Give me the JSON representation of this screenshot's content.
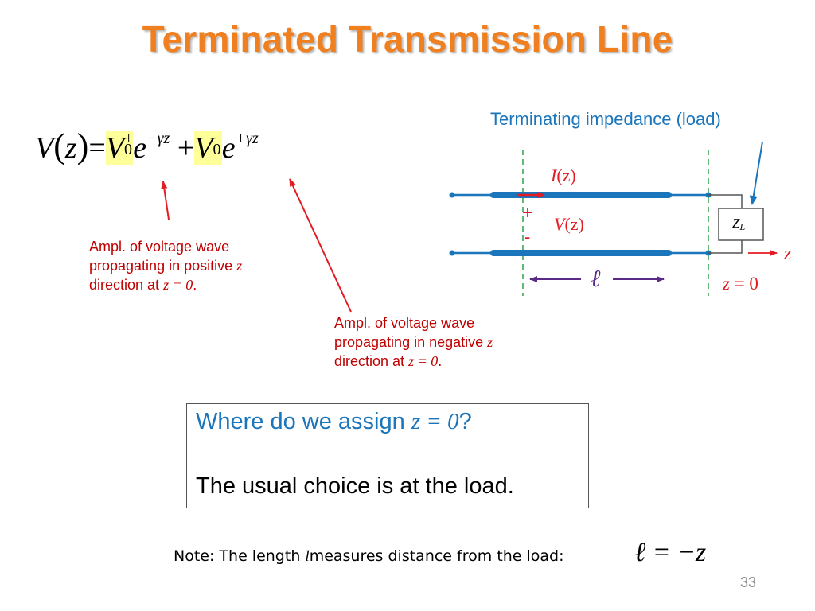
{
  "slide": {
    "title": "Terminated Transmission Line",
    "page_number": "33"
  },
  "equation": {
    "lhs_V": "V",
    "lhs_paren_open": "(",
    "lhs_z": "z",
    "lhs_paren_close": ")",
    "equals": "=",
    "term1_V": "V",
    "term1_sup": "+",
    "term1_sub": "0",
    "term1_e": "e",
    "term1_exp": "−γz",
    "plus": "+",
    "term2_V": "V",
    "term2_sup": "−",
    "term2_sub": "0",
    "term2_e": "e",
    "term2_exp": "+γz"
  },
  "annotation_positive": {
    "line1": "Ampl. of voltage wave",
    "line2_text": "propagating in  positive ",
    "line2_var": "z",
    "line3_text": "direction at ",
    "line3_math": "z = 0",
    "line3_end": "."
  },
  "annotation_negative": {
    "line1": "Ampl. of voltage wave",
    "line2_text": "propagating in  negative ",
    "line2_var": "z",
    "line3_text": "direction at ",
    "line3_math": "z = 0",
    "line3_end": "."
  },
  "diagram": {
    "load_label": "Terminating impedance (load)",
    "current_label": "I",
    "current_arg": "(z)",
    "voltage_label": "V",
    "voltage_arg": "(z)",
    "plus_sign": "+",
    "minus_sign": "-",
    "load_Z": "Z",
    "load_sub": "L",
    "z_axis_label": "z",
    "ell_label": "ℓ",
    "z_zero_label": "z",
    "z_zero_value": " = 0"
  },
  "question_box": {
    "question_text": "Where do we assign ",
    "question_math": "z = 0",
    "question_end": "?",
    "answer": "The usual choice is at the load."
  },
  "note": {
    "text_before": "Note: The length ",
    "symbol": "l",
    "text_after": "measures distance from the load:",
    "eq_ell": "ℓ",
    "eq_rest": " = −z"
  },
  "colors": {
    "title": "#f07f1f",
    "line_blue": "#1a75bb",
    "red": "#e31b23",
    "highlight": "#ffff99",
    "dashed_green": "#3aa655",
    "ell_arrow": "#5b2a86"
  }
}
